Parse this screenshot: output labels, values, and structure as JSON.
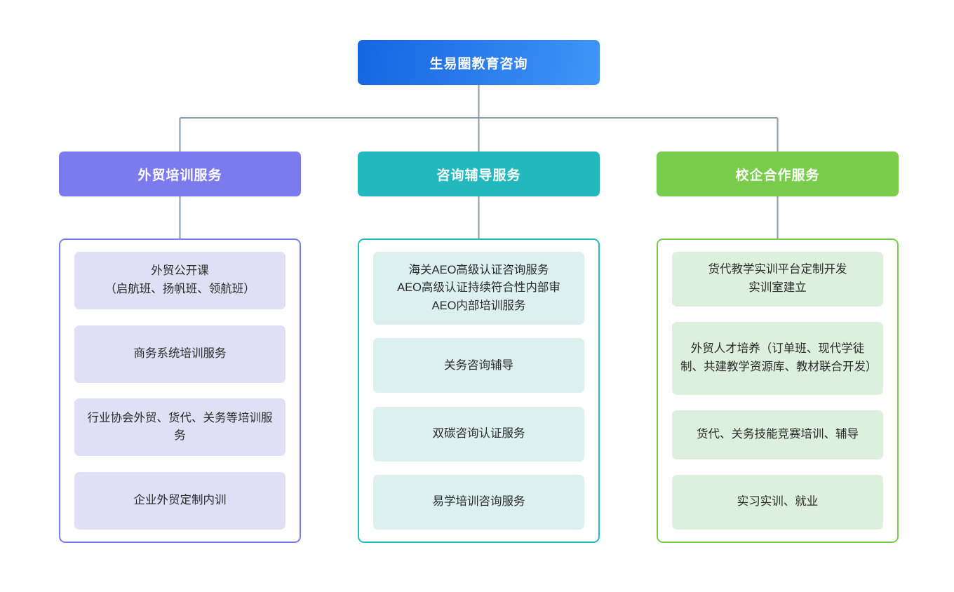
{
  "diagram": {
    "type": "org-chart",
    "orientation": "top-down",
    "levels": 3,
    "connector_color": "#8e9aa8",
    "root": {
      "label": "生易圈教育咨询",
      "color_start": "#1565e0",
      "color_end": "#3f96f7",
      "text_color": "#ffffff"
    },
    "branches": [
      {
        "id": "branch-training",
        "header": {
          "label": "外贸培训服务",
          "color": "#7b7bee",
          "text_color": "#ffffff"
        },
        "container_border": "#7b7bf2",
        "item_fill": "#e1dff6",
        "items": [
          {
            "label": "外贸公开课\n（启航班、扬帆班、领航班）"
          },
          {
            "label": "商务系统培训服务"
          },
          {
            "label": "行业协会外贸、货代、关务等培训服务"
          },
          {
            "label": "企业外贸定制内训"
          }
        ]
      },
      {
        "id": "branch-consulting",
        "header": {
          "label": "咨询辅导服务",
          "color": "#22b8bd",
          "text_color": "#ffffff"
        },
        "container_border": "#22bcc2",
        "item_fill": "#ddf0f0",
        "items": [
          {
            "label": "海关AEO高级认证咨询服务\nAEO高级认证持续符合性内部审\nAEO内部培训服务"
          },
          {
            "label": "关务咨询辅导"
          },
          {
            "label": "双碳咨询认证服务"
          },
          {
            "label": "易学培训咨询服务"
          }
        ]
      },
      {
        "id": "branch-school-enterprise",
        "header": {
          "label": "校企合作服务",
          "color": "#79cc4c",
          "text_color": "#ffffff"
        },
        "container_border": "#79cc4c",
        "item_fill": "#ddf0de",
        "items": [
          {
            "label": "货代教学实训平台定制开发\n实训室建立"
          },
          {
            "label": "外贸人才培养（订单班、现代学徒制、共建教学资源库、教材联合开发）"
          },
          {
            "label": "货代、关务技能竞赛培训、辅导"
          },
          {
            "label": "实习实训、就业"
          }
        ]
      }
    ]
  }
}
